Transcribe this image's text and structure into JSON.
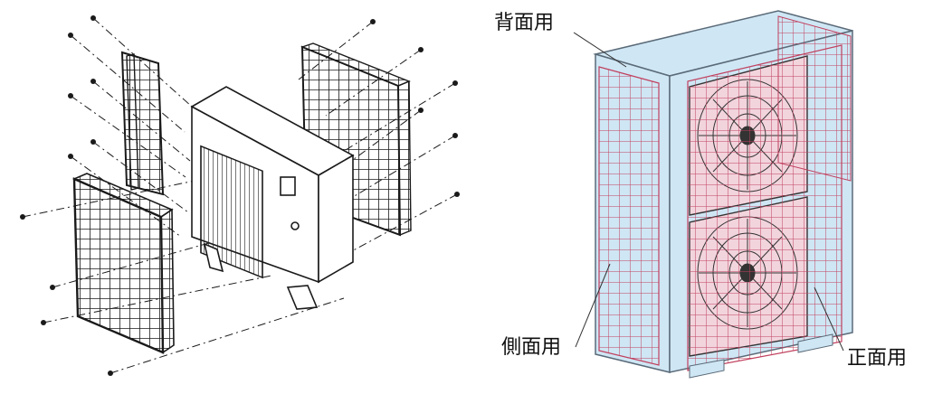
{
  "labels": {
    "back": "背面用",
    "side": "側面用",
    "front": "正面用"
  },
  "colors": {
    "line": "#1a1a1a",
    "unit_fill": "#cfe6f4",
    "unit_edge": "#5a6a78",
    "guard_fill": "#f6d3dc",
    "guard_line": "#c0405e",
    "fan_line": "#333333"
  }
}
